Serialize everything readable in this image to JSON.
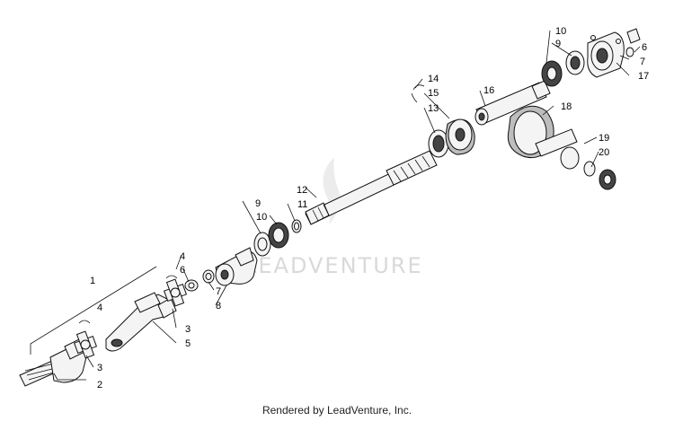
{
  "watermark": "LEADVENTURE",
  "footer": "Rendered by LeadVenture, Inc.",
  "callouts": {
    "c1": "1",
    "c2": "2",
    "c3a": "3",
    "c3b": "3",
    "c4a": "4",
    "c4b": "4",
    "c5": "5",
    "c6a": "6",
    "c6b": "6",
    "c7a": "7",
    "c7b": "7",
    "c8": "8",
    "c9a": "9",
    "c9b": "9",
    "c10a": "10",
    "c10b": "10",
    "c11": "11",
    "c12": "12",
    "c13": "13",
    "c14": "14",
    "c15": "15",
    "c16": "16",
    "c17": "17",
    "c18": "18",
    "c19": "19",
    "c20": "20"
  }
}
